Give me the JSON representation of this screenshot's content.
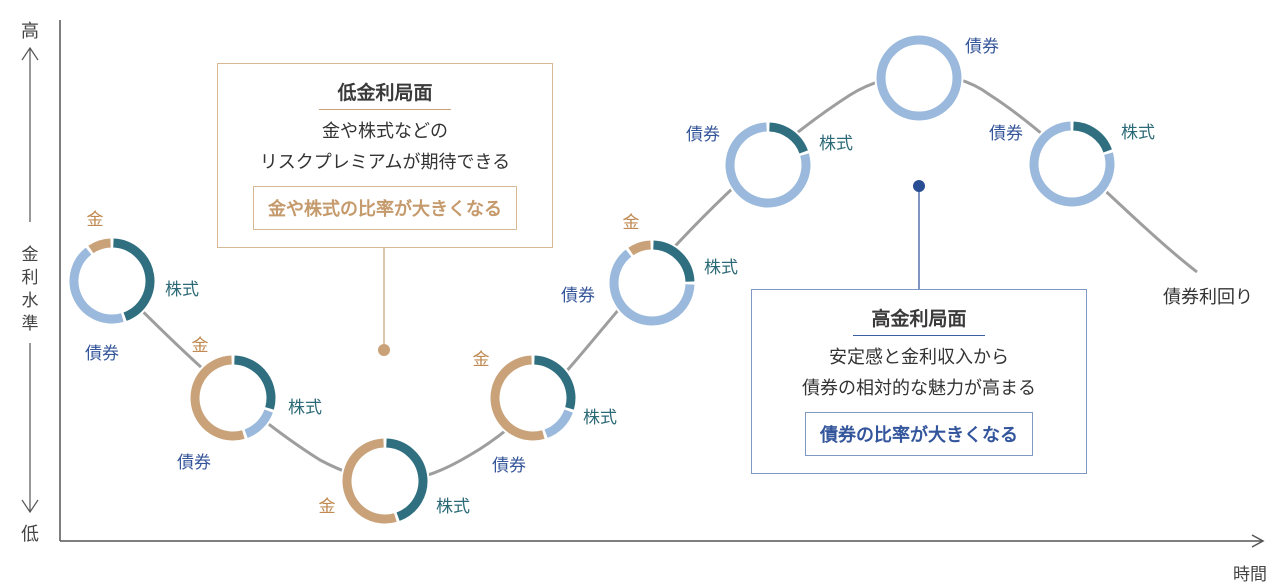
{
  "colors": {
    "gold": "#c9a27a",
    "stock": "#2f6f7f",
    "bond": "#9ab9dc",
    "curve": "#9e9e9e",
    "axis": "#555555",
    "gold_text": "#c08a52",
    "stock_text": "#2d6a78",
    "bond_text": "#35569a",
    "dot_low": "#c9a27a",
    "dot_high": "#2a4e94"
  },
  "axis": {
    "high": "高",
    "low": "低",
    "y_label_chars": [
      "金",
      "利",
      "水",
      "準"
    ],
    "x_label": "時間"
  },
  "curve_label": "債券利回り",
  "low_box": {
    "title": "低金利局面",
    "desc_line1": "金や株式などの",
    "desc_line2": "リスクプレミアムが期待できる",
    "highlight": "金や株式の比率が大きくなる"
  },
  "high_box": {
    "title": "高金利局面",
    "desc_line1": "安定感と金利収入から",
    "desc_line2": "債券の相対的な魅力が高まる",
    "highlight": "債券の比率が大きくなる"
  },
  "asset_labels": {
    "gold": "金",
    "stock": "株式",
    "bond": "債券"
  },
  "donuts": [
    {
      "id": "donut-1",
      "stock": 0.45,
      "bond": 0.45,
      "gold": 0.1
    },
    {
      "id": "donut-2",
      "stock": 0.3,
      "bond": 0.15,
      "gold": 0.55
    },
    {
      "id": "donut-3",
      "stock": 0.45,
      "bond": 0.0,
      "gold": 0.55
    },
    {
      "id": "donut-4",
      "stock": 0.3,
      "bond": 0.15,
      "gold": 0.55
    },
    {
      "id": "donut-5",
      "stock": 0.25,
      "bond": 0.65,
      "gold": 0.1
    },
    {
      "id": "donut-6",
      "stock": 0.2,
      "bond": 0.8,
      "gold": 0.0
    },
    {
      "id": "donut-7",
      "stock": 0.0,
      "bond": 1.0,
      "gold": 0.0
    },
    {
      "id": "donut-8",
      "stock": 0.2,
      "bond": 0.8,
      "gold": 0.0
    }
  ]
}
